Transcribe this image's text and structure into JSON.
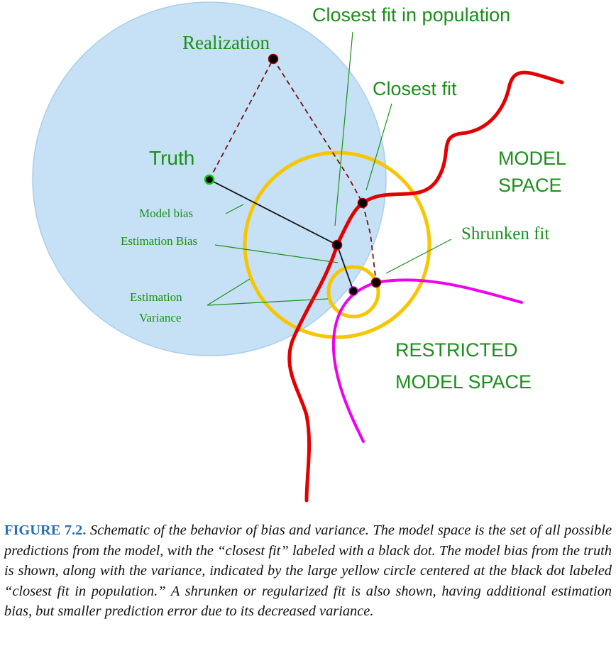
{
  "colors": {
    "circle_fill": "#c6e1f5",
    "circle_stroke": "#a9cfe8",
    "model_space_curve": "#e30000",
    "restricted_curve": "#ee00ee",
    "variance_circle": "#f7c600",
    "green_text": "#1a8f1a",
    "caption_blue": "#2a6fb0"
  },
  "labels": {
    "closest_fit_population": "Closest fit in population",
    "realization": "Realization",
    "closest_fit": "Closest fit",
    "truth": "Truth",
    "model_space_line1": "MODEL",
    "model_space_line2": "SPACE",
    "model_bias": "Model bias",
    "estimation_bias": "Estimation Bias",
    "shrunken_fit": "Shrunken fit",
    "estimation_variance_line1": "Estimation",
    "estimation_variance_line2": "Variance",
    "restricted_line1": "RESTRICTED",
    "restricted_line2": "MODEL SPACE"
  },
  "caption": {
    "figure_number": "FIGURE 7.2.",
    "text": "Schematic of the behavior of bias and variance. The model space is the set of all possible predictions from the model, with the “closest fit” labeled with a black dot. The model bias from the truth is shown, along with the variance, indicated by the large yellow circle centered at the black dot labeled “closest fit in population.” A shrunken or regularized fit is also shown, having additional estimation bias, but smaller prediction error due to its decreased variance."
  }
}
